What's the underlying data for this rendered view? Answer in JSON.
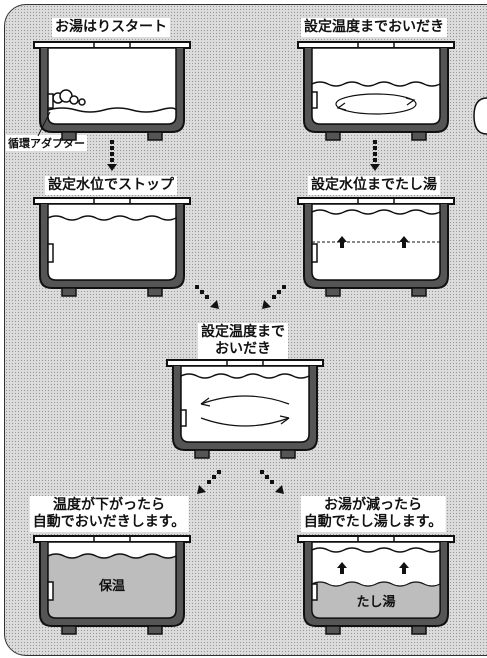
{
  "steps": [
    {
      "caption": "お湯はりスタート"
    },
    {
      "caption": "設定温度までおいだき"
    },
    {
      "caption": "設定水位でストップ"
    },
    {
      "caption": "設定水位までたし湯"
    },
    {
      "caption_line1": "設定温度まで",
      "caption_line2": "おいだき"
    },
    {
      "caption_line1": "温度が下がったら",
      "caption_line2": "自動でおいだきします。",
      "tub_label": "保温"
    },
    {
      "caption_line1": "お湯が減ったら",
      "caption_line2": "自動でたし湯します。",
      "tub_label": "たし湯"
    }
  ],
  "adapter_label": "循環アダプター"
}
